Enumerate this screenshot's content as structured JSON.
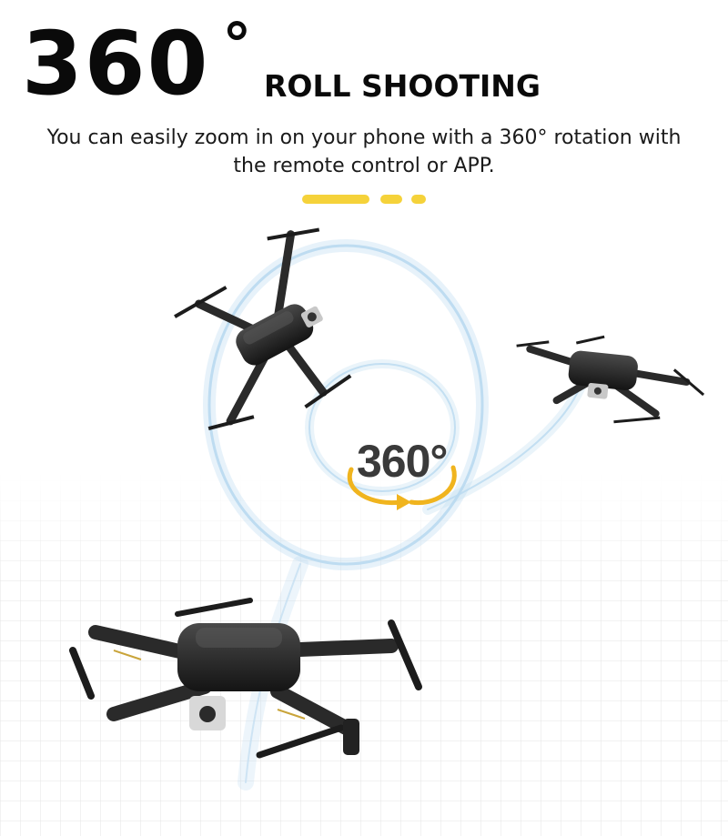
{
  "header": {
    "number": "360",
    "degree_glyph": "°",
    "title": "ROLL SHOOTING",
    "description_line1": "You can easily zoom in on your phone with a 360° rotation with",
    "description_line2": "the remote control or APP."
  },
  "indicator": {
    "accent_color": "#f5d23a",
    "count": 3,
    "active_index": 0
  },
  "illustration": {
    "badge_text": "360°",
    "arrow_color": "#f0b41e",
    "swirl_color": "#b9d9f0",
    "drones": [
      {
        "name": "drone-top-left"
      },
      {
        "name": "drone-right"
      },
      {
        "name": "drone-bottom"
      }
    ]
  }
}
